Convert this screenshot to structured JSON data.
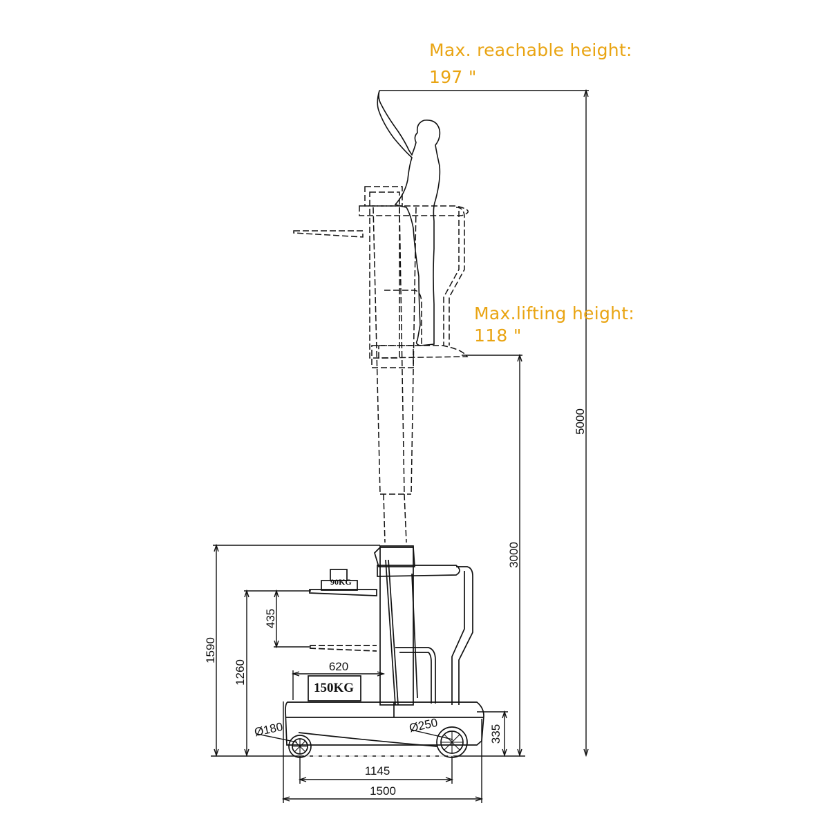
{
  "callouts": {
    "max_reach": {
      "label": "Max. reachable height:",
      "value": "197 \""
    },
    "max_lift": {
      "label": "Max.lifting height:",
      "value": "118 \""
    }
  },
  "dimensions": {
    "total_reach": "5000",
    "platform_height": "3000",
    "overall_height": "1590",
    "tray_height": "1260",
    "tray_adjust": "435",
    "deck_length": "620",
    "step_height": "335",
    "wheelbase": "1145",
    "overall_length": "1500",
    "front_wheel_dia": "Ø180",
    "rear_wheel_dia": "Ø250"
  },
  "loads": {
    "tray_capacity": "90KG",
    "platform_capacity": "150KG"
  },
  "colors": {
    "callout": "#e9a412",
    "line": "#111111"
  }
}
